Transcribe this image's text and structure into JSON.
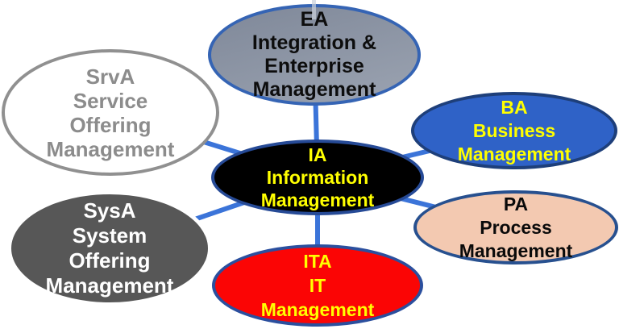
{
  "background_color": "#FFFFFF",
  "connector_color": "#3B74D9",
  "top_stub_color": "#CBD1DB",
  "edges": [
    [
      "ia",
      "ea"
    ],
    [
      "ia",
      "srva"
    ],
    [
      "ia",
      "sysa"
    ],
    [
      "ia",
      "ita"
    ],
    [
      "ia",
      "ba"
    ],
    [
      "ia",
      "pa"
    ]
  ],
  "nodes": {
    "ea": {
      "lines": [
        "EA",
        "Integration &",
        "Enterprise",
        "Management"
      ],
      "fill": "#7F8899",
      "fill2": "#9BA3B1",
      "border_color": "#3564B4",
      "text_color": "#0D0D0D"
    },
    "srva": {
      "lines": [
        "SrvA",
        "Service",
        "Offering",
        "Management"
      ],
      "fill": "#FFFFFF",
      "border_color": "#909090",
      "text_color": "#8C8C8C"
    },
    "ia": {
      "lines": [
        "IA",
        "Information",
        "Management"
      ],
      "fill": "#000000",
      "border_color": "#264A96",
      "text_color": "#FFFF00"
    },
    "ba": {
      "lines": [
        "BA",
        "Business",
        "Management"
      ],
      "fill": "#2F62C7",
      "border_color": "#1E3F7A",
      "text_color": "#FFFF00"
    },
    "pa": {
      "lines": [
        "PA",
        "Process",
        "Management"
      ],
      "fill": "#F3C9B1",
      "border_color": "#27508F",
      "text_color": "#0A0A0A"
    },
    "sysa": {
      "lines": [
        "SysA",
        "System",
        "Offering",
        "Management"
      ],
      "fill": "#575757",
      "border_color": "#FFFFFF",
      "text_color": "#FFFFFF"
    },
    "ita": {
      "lines": [
        "ITA",
        "IT",
        "Management"
      ],
      "fill": "#FB0505",
      "border_color": "#2B4F9E",
      "text_color": "#FFFF00"
    }
  }
}
